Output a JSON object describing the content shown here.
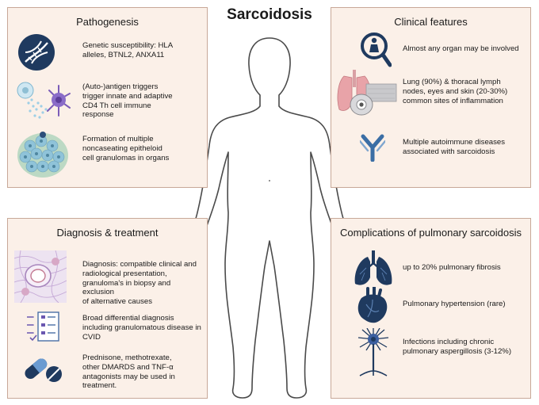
{
  "title": "Sarcoidosis",
  "pathogenesis": {
    "title": "Pathogenesis",
    "items": [
      {
        "icon": "dna-icon",
        "lines": [
          "Genetic susceptibility: HLA",
          "alleles, BTNL2, ANXA11"
        ]
      },
      {
        "icon": "immune-cell-icon",
        "lines": [
          "(Auto-)antigen triggers",
          "trigger innate and adaptive",
          "CD4 Th cell immune",
          "response"
        ]
      },
      {
        "icon": "granuloma-icon",
        "lines": [
          "Formation of multiple",
          "noncaseating epitheloid",
          "cell granulomas in organs"
        ]
      }
    ]
  },
  "clinical": {
    "title": "Clinical features",
    "items": [
      {
        "icon": "magnifier-person-icon",
        "lines": [
          "Almost any organ may be involved"
        ]
      },
      {
        "icon": "organs-icon",
        "lines": [
          "Lung (90%) & thoracal lymph",
          "nodes, eyes and skin (20-30%)",
          "common sites of inflammation"
        ]
      },
      {
        "icon": "antibody-icon",
        "lines": [
          "Multiple autoimmune diseases",
          "associated with sarcoidosis"
        ]
      }
    ]
  },
  "diagnosis": {
    "title": "Diagnosis & treatment",
    "items": [
      {
        "icon": "histology-icon",
        "lines": [
          "Diagnosis:  compatible clinical and",
          "radiological presentation,",
          "granuloma's in biopsy and exclusion",
          "of alternative causes"
        ]
      },
      {
        "icon": "checklist-icon",
        "lines": [
          "Broad differential diagnosis",
          "including granulomatous disease in",
          "CVID"
        ]
      },
      {
        "icon": "pill-icon",
        "lines": [
          "Prednisone, methotrexate,",
          "other DMARDS and TNF-α",
          "antagonists may be used in",
          "treatment."
        ]
      }
    ]
  },
  "complications": {
    "title": "Complications of pulmonary sarcoidosis",
    "items": [
      {
        "icon": "lungs-icon",
        "lines": [
          "up to 20% pulmonary fibrosis"
        ]
      },
      {
        "icon": "heart-icon",
        "lines": [
          "Pulmonary hypertension (rare)"
        ]
      },
      {
        "icon": "aspergillus-icon",
        "lines": [
          "Infections including chronic",
          "pulmonary aspergillosis (3-12%)"
        ]
      }
    ]
  },
  "colors": {
    "panel_bg": "#fbf0e8",
    "panel_border": "#c8a898",
    "icon_navy": "#1f3a5f",
    "icon_blue": "#3b6ea5",
    "body_outline": "#4a4a4a"
  }
}
